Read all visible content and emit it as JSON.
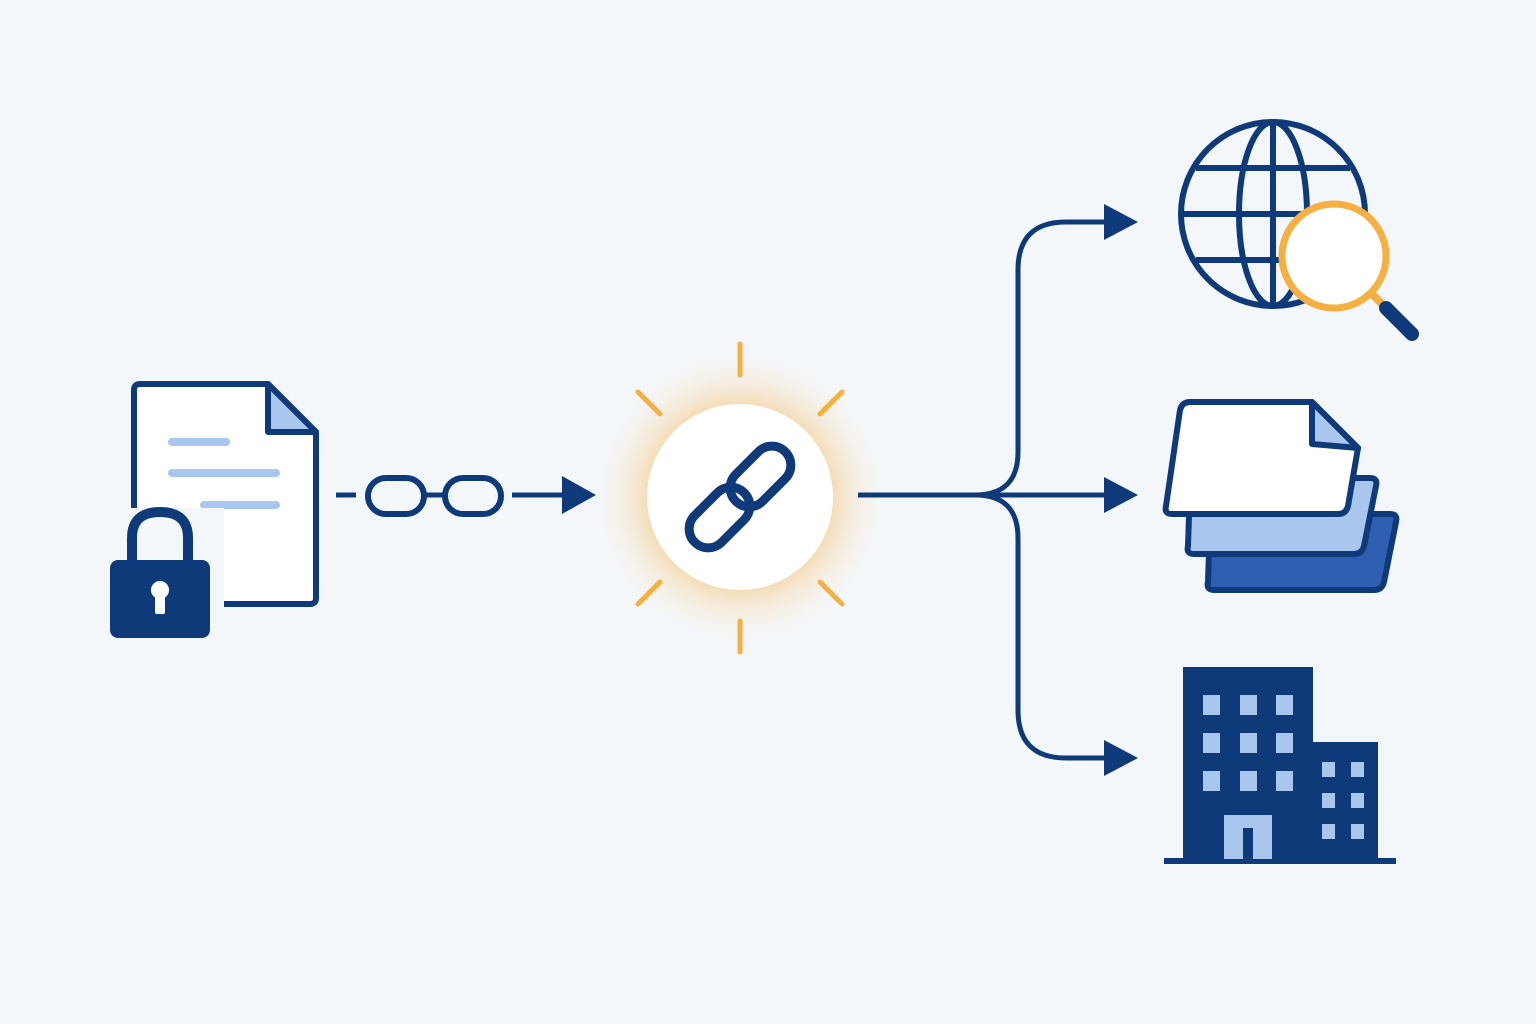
{
  "diagram": {
    "kind": "link-sharing-flow",
    "nodes": [
      {
        "id": "source",
        "icon": "locked-document-icon"
      },
      {
        "id": "hub",
        "icon": "link-icon"
      },
      {
        "id": "target-web",
        "icon": "globe-search-icon"
      },
      {
        "id": "target-files",
        "icon": "stacked-documents-icon"
      },
      {
        "id": "target-org",
        "icon": "office-building-icon"
      }
    ],
    "edges": [
      {
        "from": "source",
        "to": "hub",
        "style": "chain-dashed"
      },
      {
        "from": "hub",
        "to": "target-web",
        "style": "solid"
      },
      {
        "from": "hub",
        "to": "target-files",
        "style": "solid"
      },
      {
        "from": "hub",
        "to": "target-org",
        "style": "solid"
      }
    ]
  },
  "colors": {
    "background": "#f4f7fa",
    "primary": "#0f3a7a",
    "light_blue": "#a9c6ef",
    "mid_blue": "#2f5fb0",
    "accent": "#f5b041",
    "white": "#ffffff"
  }
}
